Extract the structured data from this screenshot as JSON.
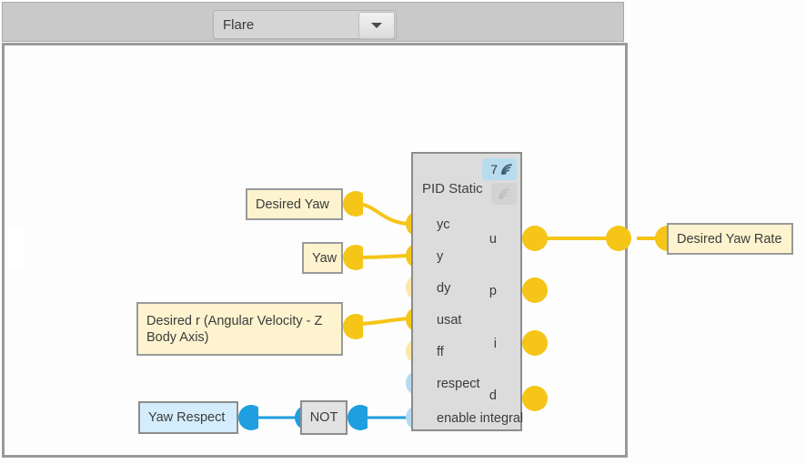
{
  "window": {
    "title": "Flare"
  },
  "header": {
    "dropdown": {
      "value": "Flare",
      "caret_icon": "chevron-down-icon"
    }
  },
  "colors": {
    "header_bg": "#c9c9c9",
    "canvas_bg": "#fdfdfd",
    "canvas_border": "#9a9a9a",
    "block_bg": "#dcdcdc",
    "block_border": "#8d8d8d",
    "var_yellow_bg": "#fdf3cf",
    "var_blue_bg": "#d4ecfb",
    "port_yellow": "#f5c518",
    "port_yellow_pale": "#fbe8a8",
    "port_blue": "#1f9fe0",
    "port_blue_pale": "#b6dcf2",
    "wire_yellow": "#f5c518",
    "wire_blue": "#1f9fe0",
    "badge_active_bg": "#b8dcef",
    "badge_inactive_bg": "#d3d3d3",
    "text": "#3c3c3c"
  },
  "diagram": {
    "blocks": {
      "pid": {
        "title": "PID Static",
        "badge_active": {
          "count": "7",
          "icon": "signal-icon"
        },
        "badge_inactive": {
          "icon": "signal-icon"
        },
        "inputs": [
          {
            "label": "yc",
            "state": "connected"
          },
          {
            "label": "y",
            "state": "connected"
          },
          {
            "label": "dy",
            "state": "unconnected"
          },
          {
            "label": "usat",
            "state": "connected"
          },
          {
            "label": "ff",
            "state": "unconnected"
          },
          {
            "label": "respect",
            "state": "unconnected"
          },
          {
            "label": "enable integral",
            "state": "connected"
          }
        ],
        "outputs": [
          {
            "label": "u",
            "state": "connected"
          },
          {
            "label": "p",
            "state": "connected"
          },
          {
            "label": "i",
            "state": "connected"
          },
          {
            "label": "d",
            "state": "connected"
          }
        ]
      },
      "not_gate": {
        "label": "NOT"
      }
    },
    "variables": [
      {
        "label": "Desired Yaw",
        "type": "yellow"
      },
      {
        "label": "Yaw",
        "type": "yellow"
      },
      {
        "label": "Desired r (Angular Velocity - Z Body Axis)",
        "type": "yellow"
      },
      {
        "label": "Yaw Respect",
        "type": "blue"
      },
      {
        "label": "Desired Yaw Rate",
        "type": "yellow"
      }
    ],
    "connections": [
      {
        "from": "Desired Yaw",
        "to": "yc",
        "color": "yellow"
      },
      {
        "from": "Yaw",
        "to": "y",
        "color": "yellow"
      },
      {
        "from": "Desired r",
        "to": "usat",
        "color": "yellow"
      },
      {
        "from": "Yaw Respect",
        "to": "NOT",
        "color": "blue"
      },
      {
        "from": "NOT",
        "to": "enable integral",
        "color": "blue"
      },
      {
        "from": "u",
        "to": "Desired Yaw Rate",
        "color": "yellow"
      }
    ]
  }
}
